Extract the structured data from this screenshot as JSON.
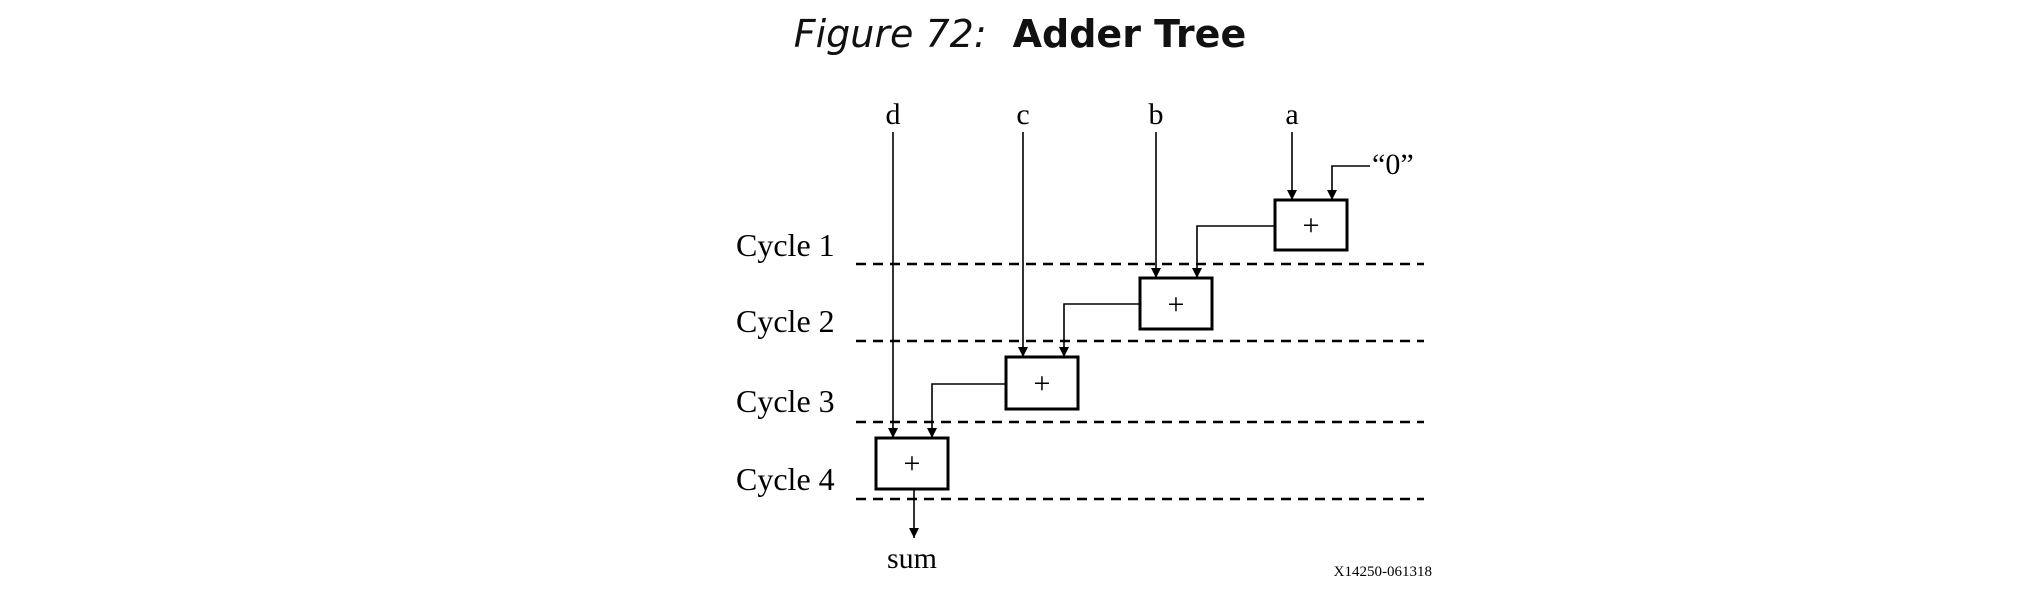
{
  "figure": {
    "number_label": "Figure 72:",
    "title": "Adder Tree"
  },
  "diagram": {
    "inputs": {
      "d": "d",
      "c": "c",
      "b": "b",
      "a": "a",
      "zero": "“0”"
    },
    "cycles": [
      "Cycle 1",
      "Cycle 2",
      "Cycle 3",
      "Cycle 4"
    ],
    "adder_symbol": "+",
    "output": "sum",
    "doc_id": "X14250-061318"
  }
}
